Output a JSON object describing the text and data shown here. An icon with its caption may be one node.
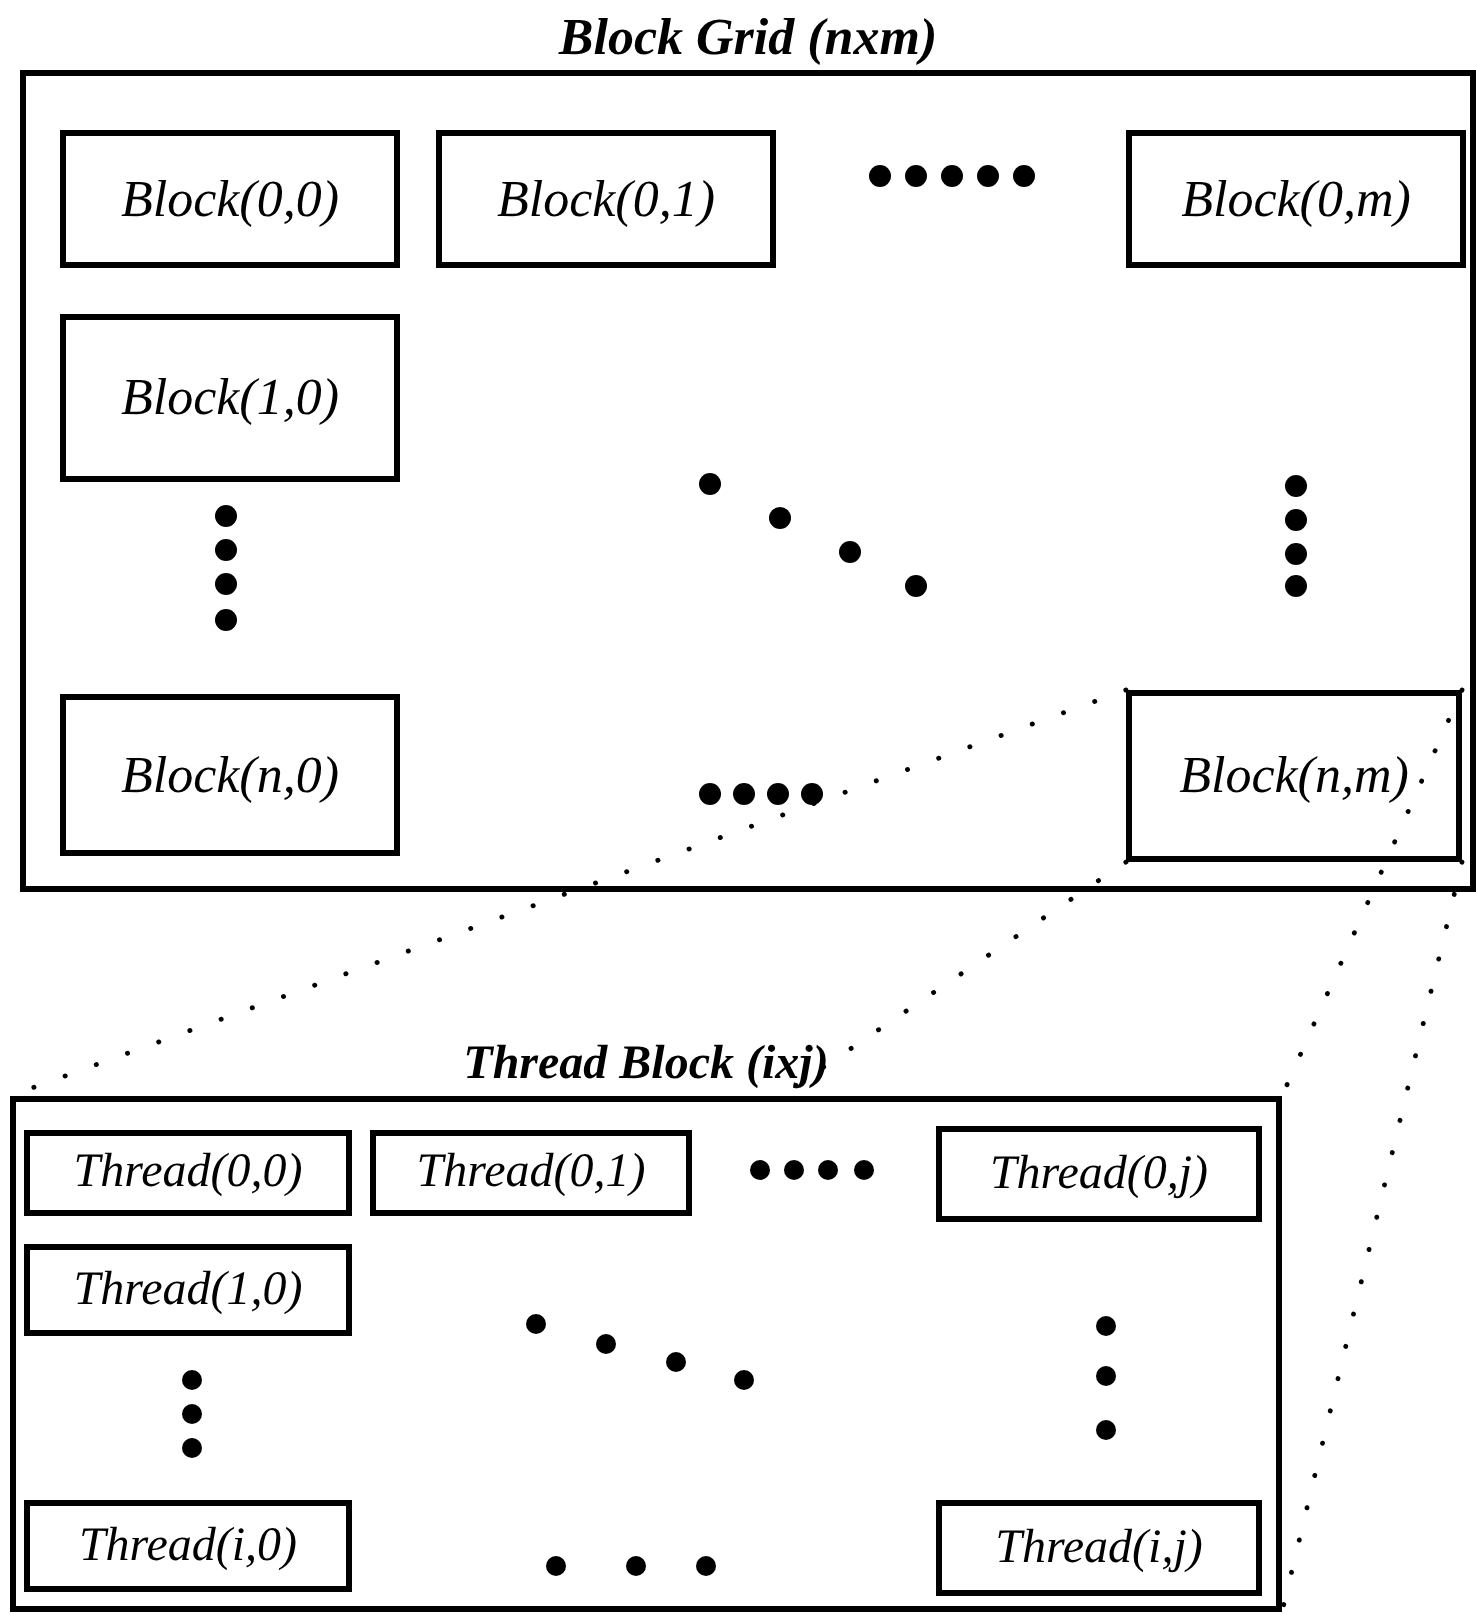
{
  "diagram": {
    "nodes": [
      {
        "text": [
          "Block Grid (nxm)"
        ]
      },
      {
        "text": [
          "Block(0,0)"
        ],
        "in": 0
      },
      {
        "text": [
          "Block(0,1)"
        ],
        "in": 0
      },
      {
        "text": [
          "Block(0,m)"
        ],
        "in": 0
      },
      {
        "text": [
          "Block(1,0)"
        ],
        "in": 0
      },
      {
        "text": [
          "Block(n,0)"
        ],
        "in": 0
      },
      {
        "text": [
          "Block(n,m)"
        ],
        "in": 0
      },
      {
        "text": [
          "Thread Block (ixj)"
        ]
      },
      {
        "text": [
          "Thread(0,0)"
        ],
        "in": 7
      },
      {
        "text": [
          "Thread(0,1)"
        ],
        "in": 7
      },
      {
        "text": [
          "Thread(0,j)"
        ],
        "in": 7
      },
      {
        "text": [
          "Thread(1,0)"
        ],
        "in": 7
      },
      {
        "text": [
          "Thread(i,0)"
        ],
        "in": 7
      },
      {
        "text": [
          "Thread(i,j)"
        ],
        "in": 7
      }
    ],
    "edges": [
      {
        "from": 6,
        "to": 7,
        "arrow": "none",
        "style": "dashed"
      },
      {
        "from": 6,
        "to": 7,
        "arrow": "none",
        "style": "dashed"
      },
      {
        "from": 6,
        "to": 7,
        "arrow": "none",
        "style": "dashed"
      },
      {
        "from": 6,
        "to": 7,
        "arrow": "none",
        "style": "dashed"
      }
    ]
  }
}
